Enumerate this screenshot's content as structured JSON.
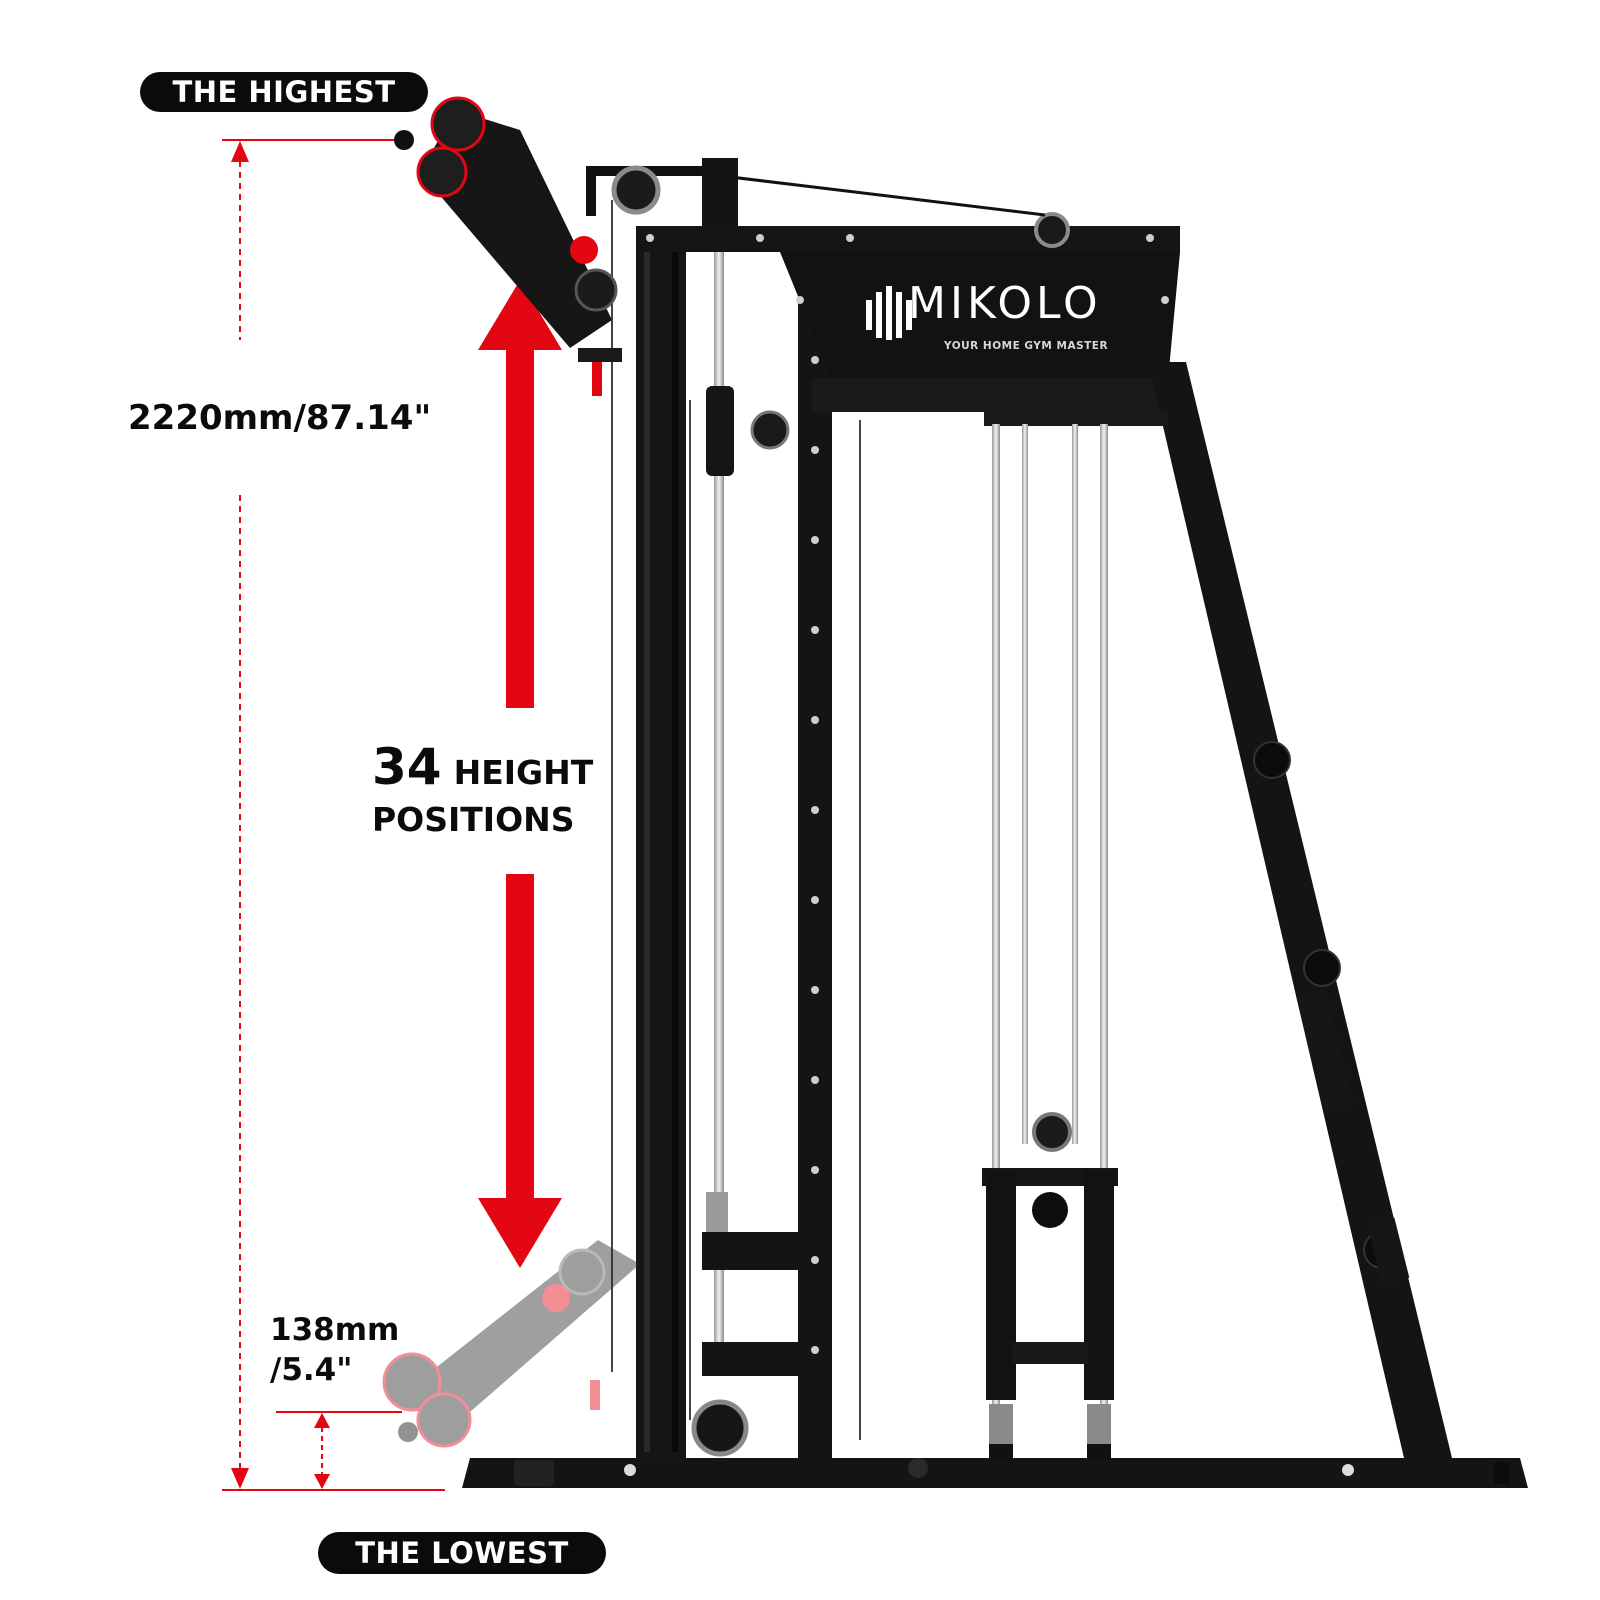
{
  "labels": {
    "highest": "THE HIGHEST",
    "lowest": "THE LOWEST"
  },
  "dimensions": {
    "total_height": "2220mm/87.14\"",
    "lowest_height_line1": "138mm",
    "lowest_height_line2": "/5.4\""
  },
  "positions": {
    "count": "34",
    "word1": "HEIGHT",
    "word2": "POSITIONS"
  },
  "brand": {
    "name": "MIKOLO",
    "tagline": "YOUR HOME GYM MASTER",
    "logo": "mikolo-crown-logo"
  },
  "colors": {
    "accent_red": "#e30613",
    "frame_black": "#141414",
    "pill_black": "#0b0b0b",
    "background": "#ffffff"
  },
  "icons": {
    "up_arrow": "red-up-arrow",
    "down_arrow": "red-down-arrow"
  }
}
